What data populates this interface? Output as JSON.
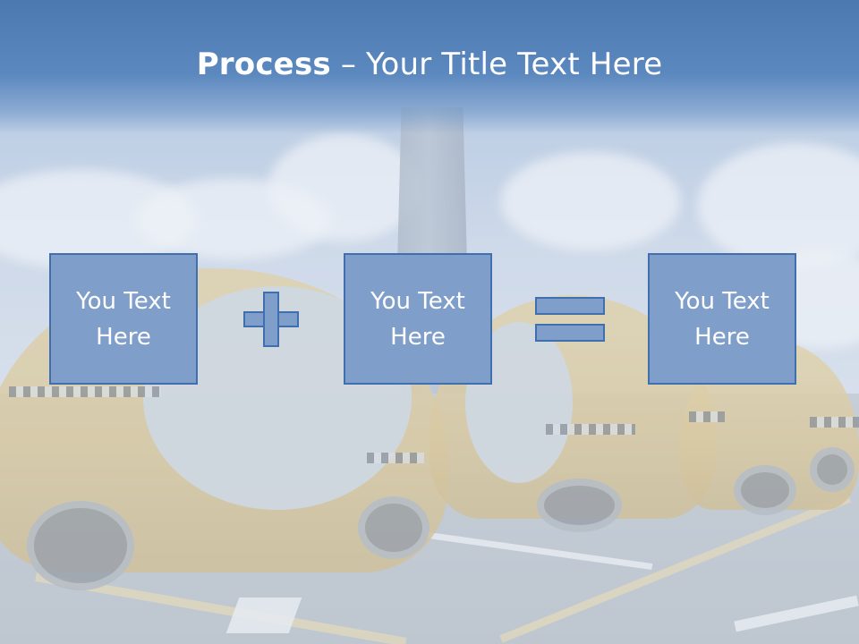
{
  "slide": {
    "title_bold": "Process",
    "title_rest": " – Your Title Text Here"
  },
  "process": {
    "boxes": [
      {
        "line1": "You Text",
        "line2": "Here"
      },
      {
        "line1": "You Text",
        "line2": "Here"
      },
      {
        "line1": "You Text",
        "line2": "Here"
      }
    ],
    "operators": [
      "plus-icon",
      "equals-icon"
    ]
  },
  "colors": {
    "title_band": "#4c79b0",
    "box_fill": "#7f9fca",
    "box_border": "#3f6fae",
    "text": "#ffffff"
  }
}
